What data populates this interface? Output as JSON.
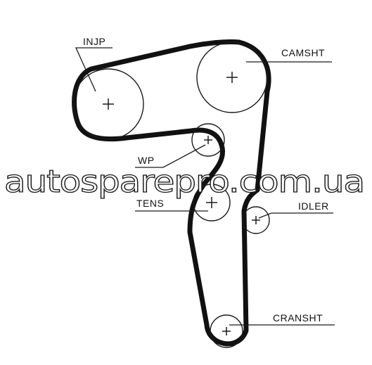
{
  "labels": {
    "injp": "INJP",
    "camsht": "CAMSHT",
    "wp": "WP",
    "tens": "TENS",
    "idler": "IDLER",
    "cransht": "CRANSHT"
  },
  "watermark": "autosparepro.com.ua"
}
